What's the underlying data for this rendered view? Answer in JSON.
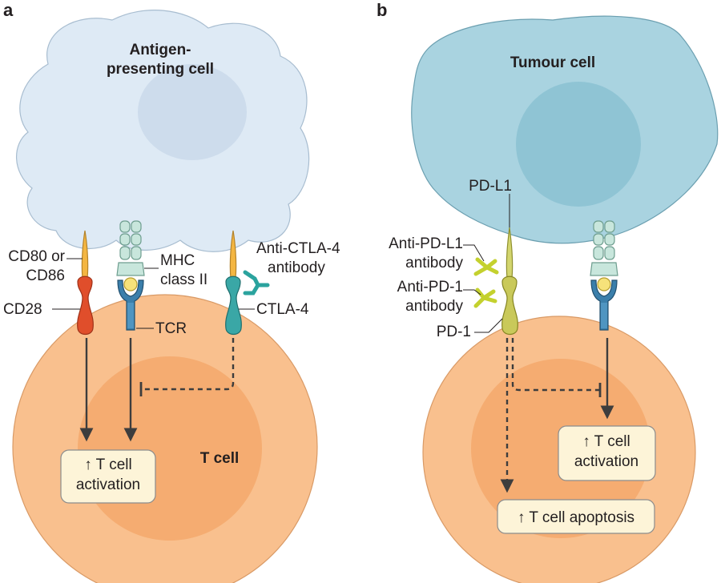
{
  "panel_a": {
    "letter": "a",
    "apc_label_line1": "Antigen-",
    "apc_label_line2": "presenting cell",
    "t_cell_label": "T cell",
    "cd80_line1": "CD80 or",
    "cd80_line2": "CD86",
    "cd28": "CD28",
    "mhc_line1": "MHC",
    "mhc_line2": "class II",
    "tcr": "TCR",
    "anti_ctla4_line1": "Anti-CTLA-4",
    "anti_ctla4_line2": "antibody",
    "ctla4": "CTLA-4",
    "activation_line1": "↑ T cell",
    "activation_line2": "activation"
  },
  "panel_b": {
    "letter": "b",
    "tumour_label": "Tumour cell",
    "pdl1": "PD-L1",
    "anti_pdl1_line1": "Anti-PD-L1",
    "anti_pdl1_line2": "antibody",
    "anti_pd1_line1": "Anti-PD-1",
    "anti_pd1_line2": "antibody",
    "pd1": "PD-1",
    "activation_line1": "↑ T cell",
    "activation_line2": "activation",
    "apoptosis": "↑ T cell apoptosis"
  },
  "colors": {
    "apc_fill": "#deeaf5",
    "tumour_fill": "#a9d3e0",
    "t_cell_outer": "#f9c08e",
    "t_cell_inner": "#f5ac71",
    "cd80": "#f4b642",
    "cd28": "#e04e2b",
    "tcr": "#3b7fab",
    "mhc": "#c8e6dc",
    "ctla4": "#3aa7a6",
    "pdl1": "#d3d56e",
    "pd1": "#c9c95a",
    "anti_ctla4_antibody": "#2ba39e",
    "anti_pd_antibody": "#c4d12e",
    "box_fill": "#fdf4d8"
  }
}
